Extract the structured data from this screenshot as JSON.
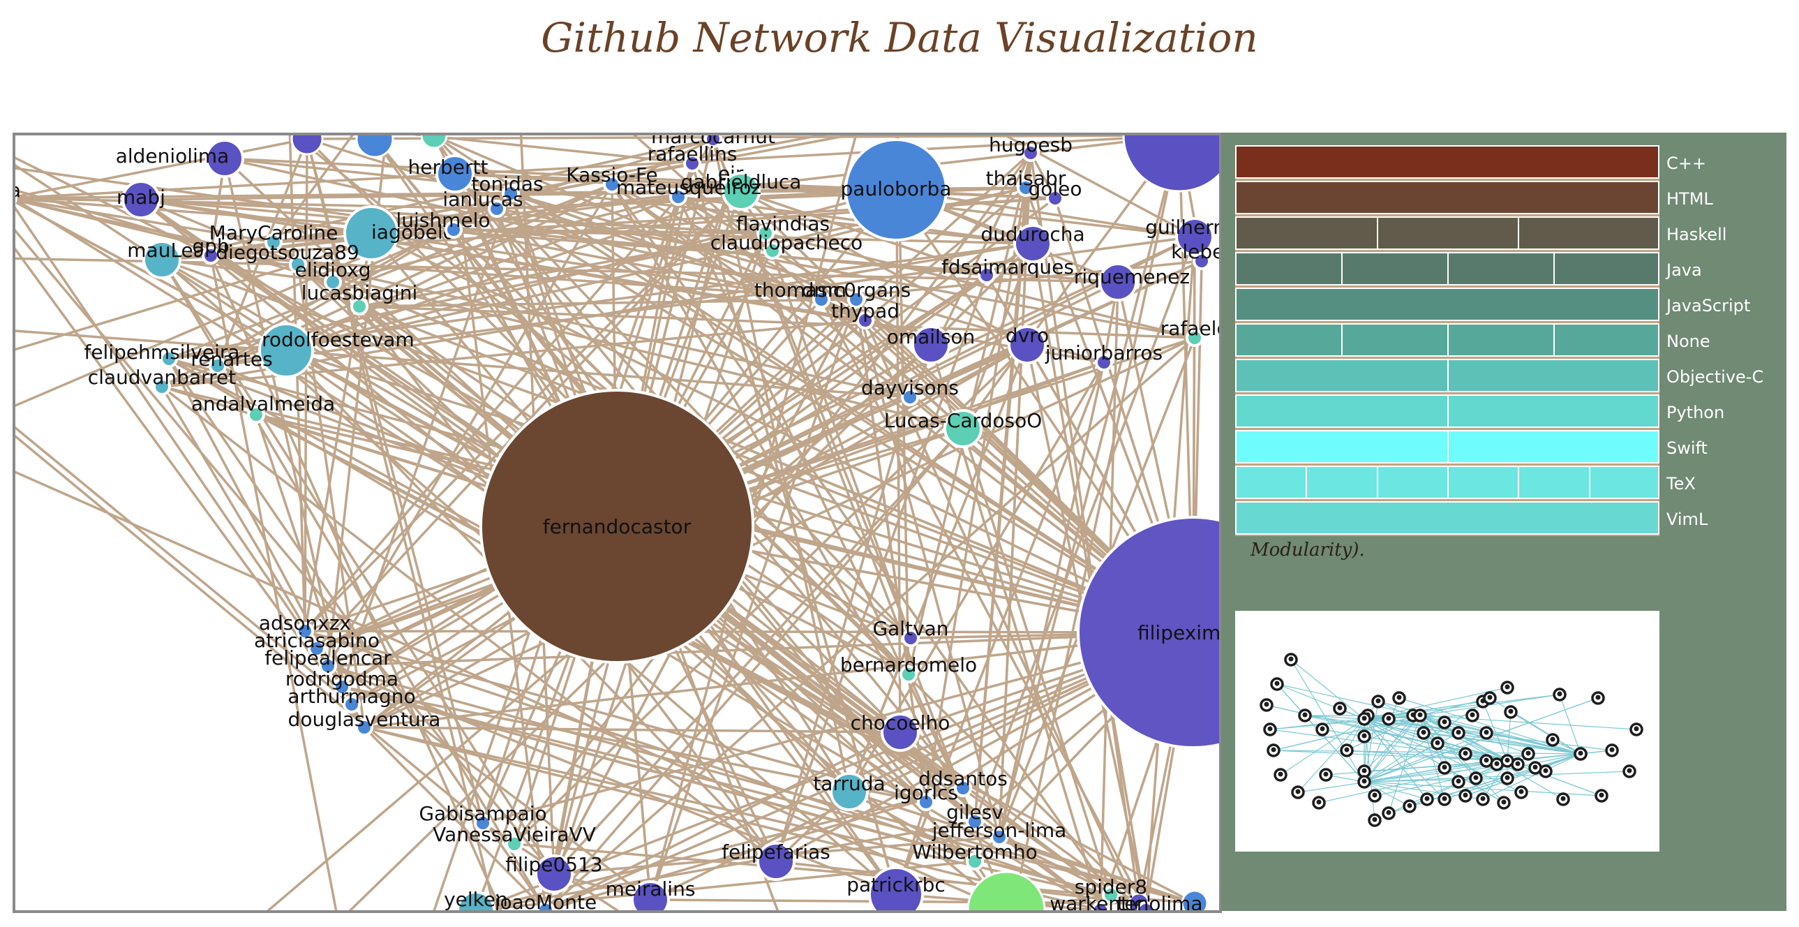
{
  "page": {
    "title": "Github Network Data Visualization"
  },
  "legend": {
    "items": [
      {
        "label": "C++",
        "color": "#7a2f1c",
        "cells": 1
      },
      {
        "label": "HTML",
        "color": "#6b4532",
        "cells": 1
      },
      {
        "label": "Haskell",
        "color": "#605b4a",
        "cells": 3
      },
      {
        "label": "Java",
        "color": "#587a6c",
        "cells": 4
      },
      {
        "label": "JavaScript",
        "color": "#548f82",
        "cells": 1
      },
      {
        "label": "None",
        "color": "#56a89a",
        "cells": 4
      },
      {
        "label": "Objective-C",
        "color": "#5cc2b8",
        "cells": 2
      },
      {
        "label": "Python",
        "color": "#62d9cf",
        "cells": 2
      },
      {
        "label": "Swift",
        "color": "#6ffcfc",
        "cells": 2
      },
      {
        "label": "TeX",
        "color": "#6ce6e0",
        "cells": 6
      },
      {
        "label": "VimL",
        "color": "#67d9d2",
        "cells": 1
      }
    ],
    "modularity_text": "Modularity)."
  },
  "graph": {
    "edge_color": "#bfa58a",
    "nodes": [
      {
        "id": "fernandocastor",
        "color": "#6b4630",
        "size": "xl",
        "big": true
      },
      {
        "id": "filipeximenes",
        "color": "#6155c4",
        "size": "xl2",
        "big": true
      },
      {
        "id": "pauloborba",
        "color": "#4a86d8",
        "size": "l"
      },
      {
        "id": "iagobelo",
        "color": "#57b3c7",
        "size": "m"
      },
      {
        "id": "rodolfoestevam",
        "color": "#57b3c7",
        "size": "m"
      },
      {
        "id": "aldeniolima",
        "color": "#5a52c2",
        "size": "s"
      },
      {
        "id": "mabj",
        "color": "#5a52c2",
        "size": "s"
      },
      {
        "id": "ira",
        "color": "#57b3c7",
        "size": "xs"
      },
      {
        "id": "herbertt",
        "color": "#4a86d8",
        "size": "s"
      },
      {
        "id": "tonidas",
        "color": "#4a86d8",
        "size": "xs"
      },
      {
        "id": "ianlucas",
        "color": "#4a86d8",
        "size": "xs"
      },
      {
        "id": "luishmelo",
        "color": "#4a86d8",
        "size": "xs"
      },
      {
        "id": "MaryCaroline",
        "color": "#57b3c7",
        "size": "xs"
      },
      {
        "id": "mauLeal",
        "color": "#57b3c7",
        "size": "s"
      },
      {
        "id": "gpb",
        "color": "#5a52c2",
        "size": "xs"
      },
      {
        "id": "diegotsouza89",
        "color": "#57b3c7",
        "size": "xs"
      },
      {
        "id": "elidioxg",
        "color": "#57b3c7",
        "size": "xs"
      },
      {
        "id": "lucasbiagini",
        "color": "#5ccfb4",
        "size": "xs"
      },
      {
        "id": "felipehmsilveira",
        "color": "#57b3c7",
        "size": "xs"
      },
      {
        "id": "renartes",
        "color": "#57b3c7",
        "size": "xs"
      },
      {
        "id": "claudvanbarret",
        "color": "#57b3c7",
        "size": "xs"
      },
      {
        "id": "andalvalmeida",
        "color": "#5ccfb4",
        "size": "xs"
      },
      {
        "id": "marcocarhut",
        "color": "#5a52c2",
        "size": "xs"
      },
      {
        "id": "rafaellins",
        "color": "#5a52c2",
        "size": "xs"
      },
      {
        "id": "Kassio-Fe",
        "color": "#4a86d8",
        "size": "xs"
      },
      {
        "id": "eir",
        "color": "#4a86d8",
        "size": "xs"
      },
      {
        "id": "gabrieldluca",
        "color": "#5ccfb4",
        "size": "s"
      },
      {
        "id": "mateusqueiroz",
        "color": "#4a86d8",
        "size": "xs"
      },
      {
        "id": "flavindias",
        "color": "#5ccfb4",
        "size": "xs"
      },
      {
        "id": "claudiopacheco",
        "color": "#5ccfb4",
        "size": "xs"
      },
      {
        "id": "thomasm",
        "color": "#4a86d8",
        "size": "xs"
      },
      {
        "id": "dmc0rgans",
        "color": "#4a86d8",
        "size": "xs"
      },
      {
        "id": "thypad",
        "color": "#5a52c2",
        "size": "xs"
      },
      {
        "id": "omailson",
        "color": "#5a52c2",
        "size": "s"
      },
      {
        "id": "dayvisons",
        "color": "#4a86d8",
        "size": "xs"
      },
      {
        "id": "Lucas-CardosoO",
        "color": "#5ccfb4",
        "size": "s"
      },
      {
        "id": "hugoesb",
        "color": "#5a52c2",
        "size": "xs"
      },
      {
        "id": "thaisabr",
        "color": "#4a86d8",
        "size": "xs"
      },
      {
        "id": "goleo",
        "color": "#5a52c2",
        "size": "xs"
      },
      {
        "id": "dudurocha",
        "color": "#5a52c2",
        "size": "s"
      },
      {
        "id": "fdsaimarques",
        "color": "#5a52c2",
        "size": "xs"
      },
      {
        "id": "riquemenez",
        "color": "#5a52c2",
        "size": "s"
      },
      {
        "id": "guilherme",
        "color": "#5a52c2",
        "size": "s"
      },
      {
        "id": "kleber",
        "color": "#5a52c2",
        "size": "xs"
      },
      {
        "id": "dvro",
        "color": "#5a52c2",
        "size": "s"
      },
      {
        "id": "juniorbarros",
        "color": "#5a52c2",
        "size": "xs"
      },
      {
        "id": "rafaelg",
        "color": "#5ccfb4",
        "size": "xs"
      },
      {
        "id": "adsonxzx",
        "color": "#4a86d8",
        "size": "xs"
      },
      {
        "id": "atriciasabino",
        "color": "#4a86d8",
        "size": "xs"
      },
      {
        "id": "felipealencar",
        "color": "#4a86d8",
        "size": "xs"
      },
      {
        "id": "rodrigodma",
        "color": "#4a86d8",
        "size": "xs"
      },
      {
        "id": "arthurmagno",
        "color": "#4a86d8",
        "size": "xs"
      },
      {
        "id": "douglasventura",
        "color": "#4a86d8",
        "size": "xs"
      },
      {
        "id": "Galtvan",
        "color": "#5a52c2",
        "size": "xs"
      },
      {
        "id": "bernardomelo",
        "color": "#5ccfb4",
        "size": "xs"
      },
      {
        "id": "chocoelho",
        "color": "#5a52c2",
        "size": "s"
      },
      {
        "id": "tarruda",
        "color": "#57b3c7",
        "size": "s"
      },
      {
        "id": "igorlcs",
        "color": "#4a86d8",
        "size": "xs"
      },
      {
        "id": "ddsantos",
        "color": "#4a86d8",
        "size": "xs"
      },
      {
        "id": "gilesv",
        "color": "#4a86d8",
        "size": "xs"
      },
      {
        "id": "jefferson-lima",
        "color": "#4a86d8",
        "size": "xs"
      },
      {
        "id": "Wilbertomho",
        "color": "#5ccfb4",
        "size": "xs"
      },
      {
        "id": "felipefarias",
        "color": "#5a52c2",
        "size": "s"
      },
      {
        "id": "patrickrbc",
        "color": "#5a52c2",
        "size": "m"
      },
      {
        "id": "Gabisampaio",
        "color": "#4a86d8",
        "size": "xs"
      },
      {
        "id": "VanessaVieiraVV",
        "color": "#5ccfb4",
        "size": "xs"
      },
      {
        "id": "filipe0513",
        "color": "#5a52c2",
        "size": "s"
      },
      {
        "id": "meiralins",
        "color": "#5a52c2",
        "size": "s"
      },
      {
        "id": "yelken",
        "color": "#57b3c7",
        "size": "s"
      },
      {
        "id": "joaoMonte",
        "color": "#4a86d8",
        "size": "xs"
      },
      {
        "id": "spider8",
        "color": "#5ccfb4",
        "size": "xs"
      },
      {
        "id": "warkentiel",
        "color": "#5a52c2",
        "size": "xs"
      },
      {
        "id": "tenolima",
        "color": "#5a52c2",
        "size": "xs"
      }
    ]
  }
}
